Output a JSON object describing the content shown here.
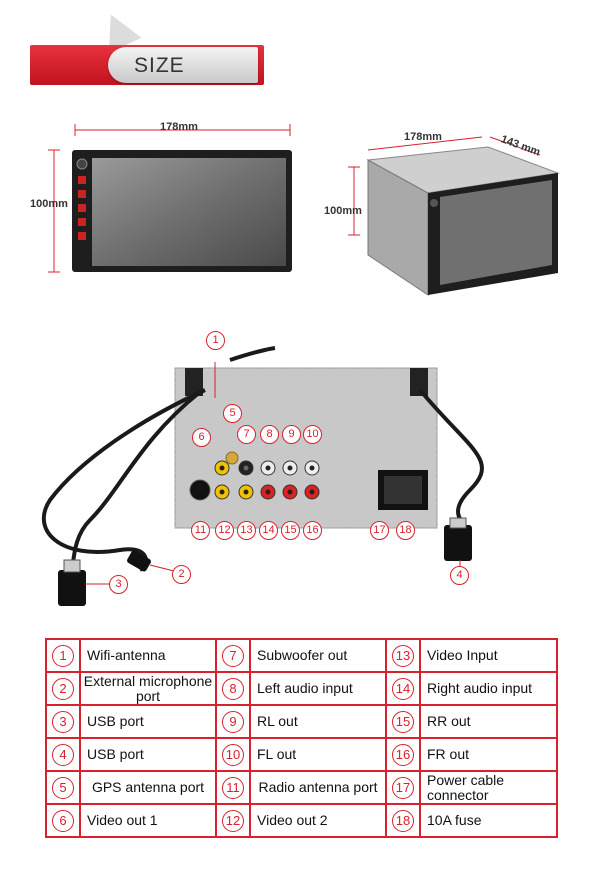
{
  "header": {
    "title": "SIZE"
  },
  "dimensions": {
    "front_width": "178mm",
    "front_height": "100mm",
    "side_width": "178mm",
    "side_depth": "143 mm",
    "side_height": "100mm"
  },
  "callouts": [
    "1",
    "2",
    "3",
    "4",
    "5",
    "6",
    "7",
    "8",
    "9",
    "10",
    "11",
    "12",
    "13",
    "14",
    "15",
    "16",
    "17",
    "18"
  ],
  "table": {
    "rows": [
      [
        {
          "num": "1",
          "label": "Wifi-antenna"
        },
        {
          "num": "7",
          "label": "Subwoofer out"
        },
        {
          "num": "13",
          "label": "Video Input"
        }
      ],
      [
        {
          "num": "2",
          "label": "External microphone port"
        },
        {
          "num": "8",
          "label": "Left audio input"
        },
        {
          "num": "14",
          "label": "Right audio input"
        }
      ],
      [
        {
          "num": "3",
          "label": "USB port"
        },
        {
          "num": "9",
          "label": "RL out"
        },
        {
          "num": "15",
          "label": "RR out"
        }
      ],
      [
        {
          "num": "4",
          "label": "USB port"
        },
        {
          "num": "10",
          "label": "FL out"
        },
        {
          "num": "16",
          "label": "FR out"
        }
      ],
      [
        {
          "num": "5",
          "label": "GPS antenna port"
        },
        {
          "num": "11",
          "label": "Radio antenna port"
        },
        {
          "num": "17",
          "label": "Power cable connector"
        }
      ],
      [
        {
          "num": "6",
          "label": "Video out 1"
        },
        {
          "num": "12",
          "label": "Video out 2"
        },
        {
          "num": "18",
          "label": "10A fuse"
        }
      ]
    ]
  },
  "colors": {
    "accent": "#d9202e",
    "screen": "#6e6e6e"
  }
}
